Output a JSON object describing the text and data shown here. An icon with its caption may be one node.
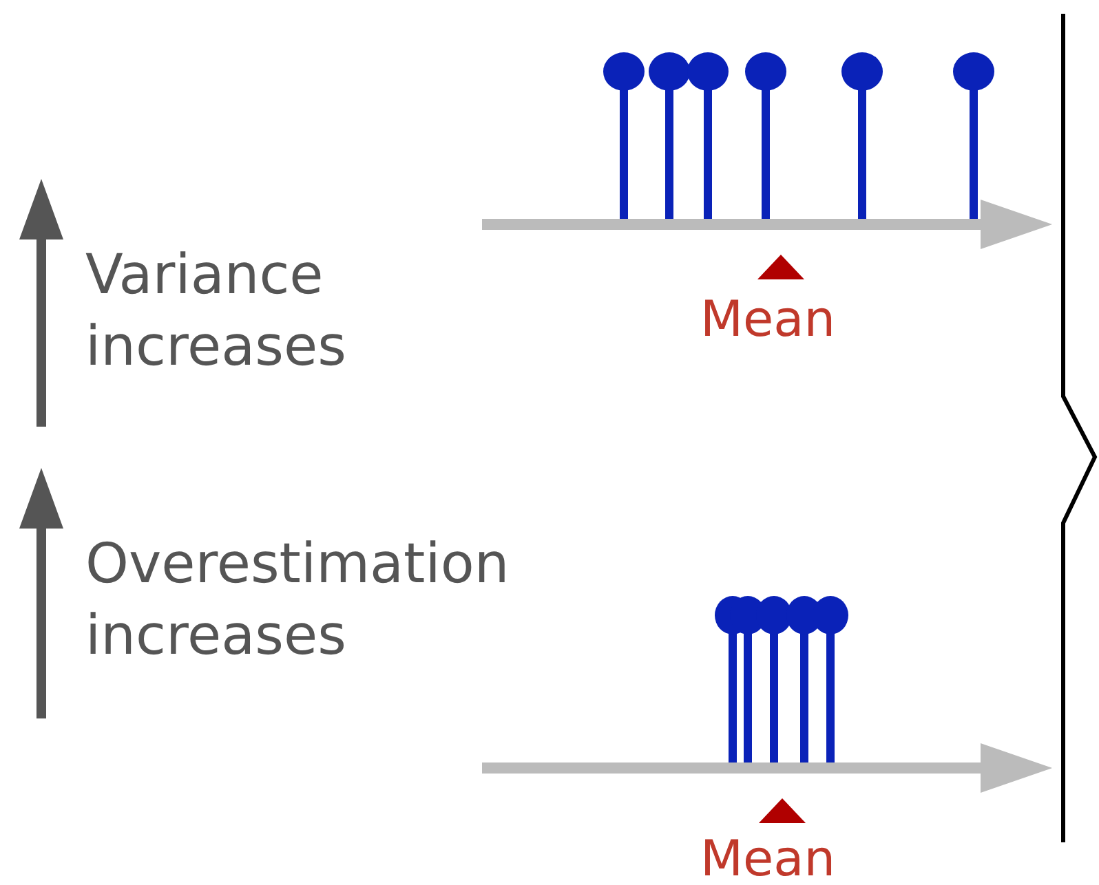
{
  "diagram": {
    "labels": [
      "Variance increases",
      "Mean",
      "Overestimation increases",
      "Mean"
    ]
  }
}
